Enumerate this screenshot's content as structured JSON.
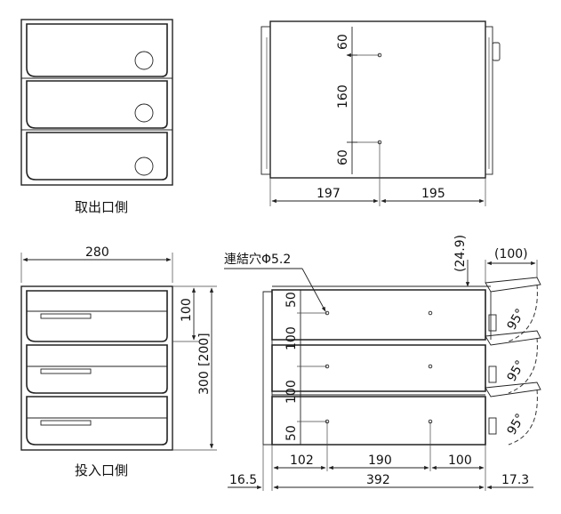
{
  "views": {
    "top_left_caption": "取出口側",
    "bottom_left_caption": "投入口側"
  },
  "dimensions": {
    "d60_top": "60",
    "d160": "160",
    "d60_bottom": "60",
    "d197": "197",
    "d195": "195",
    "d280": "280",
    "d100_front": "100",
    "d300": "300",
    "d200_bracket": "[200]",
    "hole_label": "連結穴Φ5.2",
    "d24_9": "(24.9)",
    "d100_paren": "(100)",
    "d50_top": "50",
    "d100_a": "100",
    "d100_b": "100",
    "d50_bottom": "50",
    "angle": "95°",
    "d102": "102",
    "d190": "190",
    "d100_bottom": "100",
    "d16_5": "16.5",
    "d392": "392",
    "d17_3": "17.3"
  }
}
